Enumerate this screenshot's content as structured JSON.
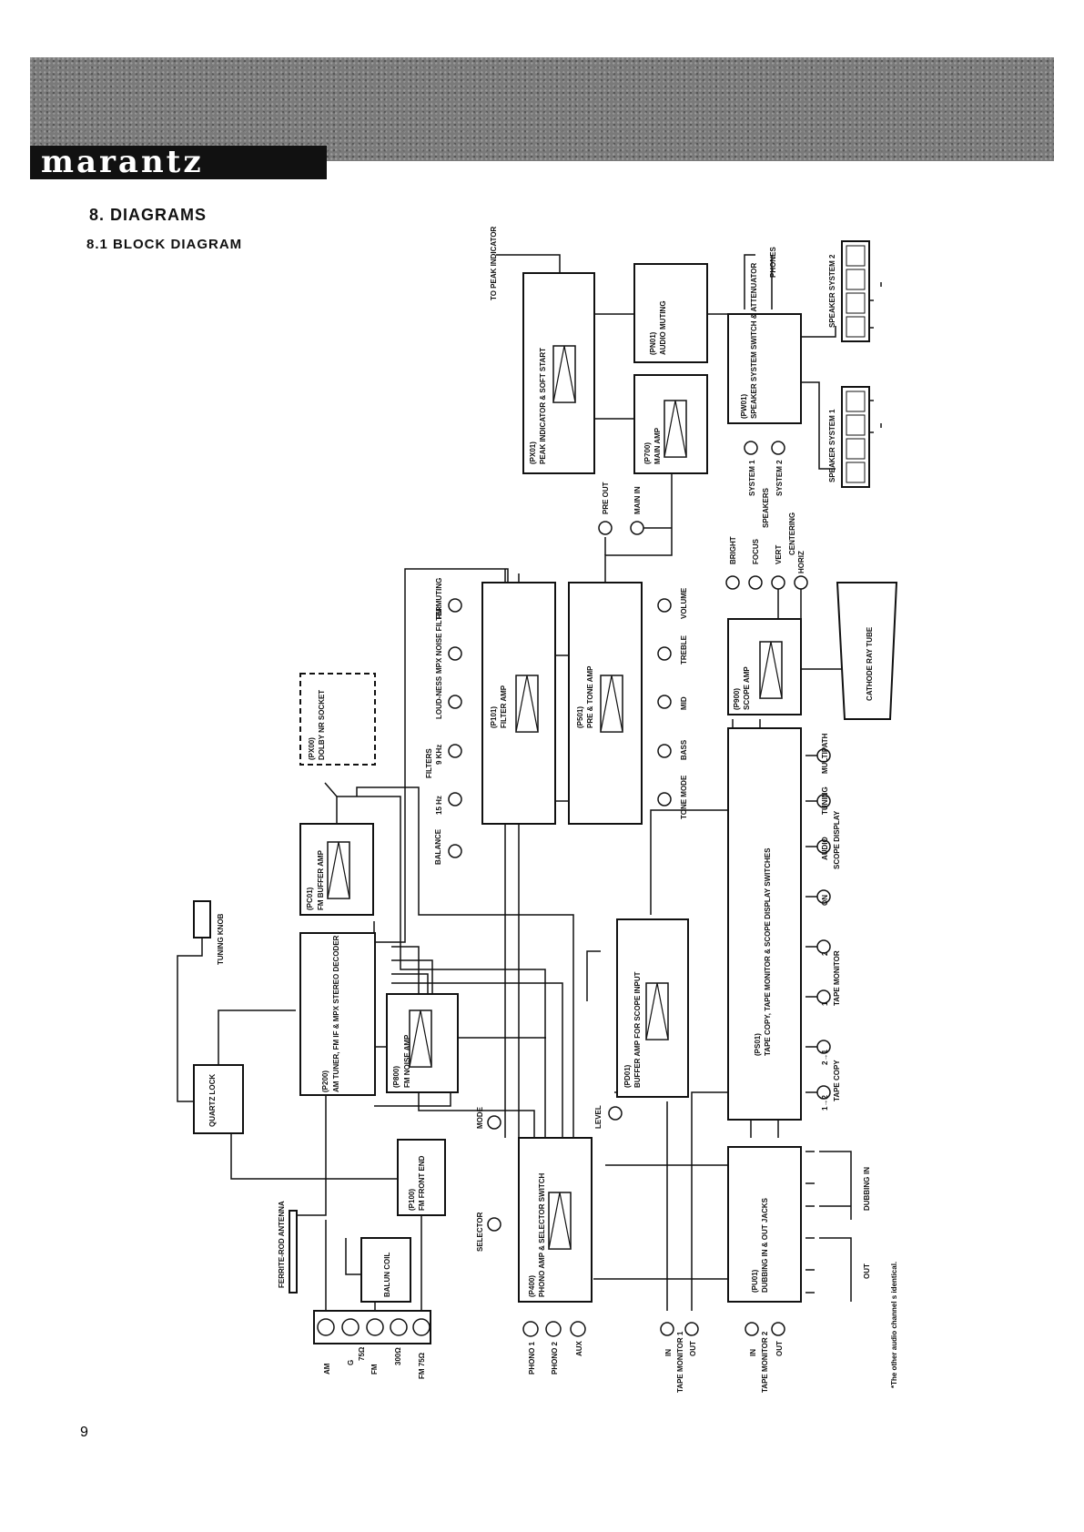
{
  "header": {
    "logo_text": "marantz"
  },
  "section": {
    "title": "8. DIAGRAMS",
    "subtitle": "8.1 BLOCK DIAGRAM"
  },
  "page_number": "9",
  "blocks": {
    "p200": {
      "id": "(P200)",
      "name": "AM TUNER, FM IF & MPX STEREO DECODER"
    },
    "p800": {
      "id": "(P800)",
      "name": "FM NOISE AMP"
    },
    "p100": {
      "id": "(P100)",
      "name": "FM FRONT END"
    },
    "p601": {
      "id": "(PC01)",
      "name": "FM BUFFER AMP"
    },
    "px00": {
      "id": "(PX00)",
      "name": "DOLBY NR SOCKET"
    },
    "quartz": {
      "name": "QUARTZ LOCK"
    },
    "tuning": {
      "name": "TUNING KNOB"
    },
    "balun": {
      "name": "BALUN COIL"
    },
    "p400": {
      "id": "(P400)",
      "name": "PHONO AMP & SELECTOR SWITCH"
    },
    "p101": {
      "id": "(P101)",
      "name": "FILTER AMP"
    },
    "p501": {
      "id": "(P501)",
      "name": "PRE & TONE AMP"
    },
    "pd01": {
      "id": "(PD01)",
      "name": "BUFFER AMP FOR SCOPE INPUT"
    },
    "ps01": {
      "id": "(PS01)",
      "name": "TAPE COPY, TAPE MONITOR & SCOPE DISPLAY SWITCHES"
    },
    "pu01": {
      "id": "(PU01)",
      "name": "DUBBING IN & OUT JACKS"
    },
    "p900": {
      "id": "(P900)",
      "name": "SCOPE AMP"
    },
    "crt": {
      "name": "CATHODE RAY TUBE"
    },
    "p700": {
      "id": "(P700)",
      "name": "MAIN AMP"
    },
    "px01": {
      "id": "(PX01)",
      "name": "PEAK INDICATOR & SOFT START"
    },
    "pn01": {
      "id": "(PN01)",
      "name": "AUDIO MUTING"
    },
    "pw01": {
      "id": "(PW01)",
      "name": "SPEAKER SYSTEM SWITCH & ATTENUATOR"
    }
  },
  "labels": {
    "ferrite": "FERRITE-ROD ANTENNA",
    "am": "AM",
    "g": "G",
    "fm": "FM",
    "ohm75": "75Ω",
    "ohm300": "300Ω",
    "fm75": "FM 75Ω",
    "selector": "SELECTOR",
    "mode": "MODE",
    "phono1": "PHONO 1",
    "phono2": "PHONO 2",
    "aux": "AUX",
    "balance": "BALANCE",
    "filters": "FILTERS",
    "hz15": "15 Hz",
    "khz9": "9 KHz",
    "loudness": "LOUD-NESS",
    "mpx_filter": "MPX NOISE FILTER",
    "fm_muting": "FM MUTING",
    "tone_mode": "TONE MODE",
    "bass": "BASS",
    "mid": "MID",
    "treble": "TREBLE",
    "volume": "VOLUME",
    "level": "LEVEL",
    "tm1_in": "IN",
    "tm1_out": "OUT",
    "tape_monitor_1": "TAPE MONITOR 1",
    "tm2_in": "IN",
    "tm2_out": "OUT",
    "tape_monitor_2": "TAPE MONITOR 2",
    "tc_12": "1→2",
    "tc_21": "2→1",
    "tape_copy": "TAPE COPY",
    "tmon_1": "1",
    "tmon_2": "2",
    "tape_monitor": "TAPE MONITOR",
    "on": "ON",
    "audio": "AUDIO",
    "tuning": "TUNING",
    "multipath": "MULTIPATH",
    "scope_display": "SCOPE DISPLAY",
    "dubbing": "DUBBING",
    "dub_in": "IN",
    "dub_out": "OUT",
    "bright": "BRIGHT",
    "focus": "FOCUS",
    "vert": "VERT",
    "horiz": "HORIZ",
    "centering": "CENTERING",
    "pre_out": "PRE OUT",
    "main_in": "MAIN IN",
    "to_peak": "TO PEAK INDICATOR",
    "system1": "SYSTEM 1",
    "system2": "SYSTEM 2",
    "speakers": "SPEAKERS",
    "phones": "PHONES",
    "speaker_system_1": "SPEAKER SYSTEM 1",
    "speaker_system_2": "SPEAKER SYSTEM 2",
    "footnote": "*The other audio channel s identical."
  }
}
